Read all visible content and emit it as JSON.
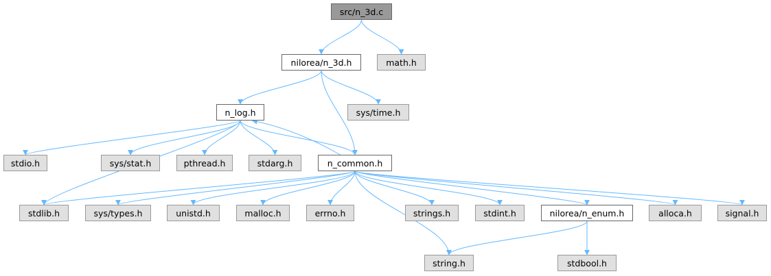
{
  "graph": {
    "title": "src/n_3d.c",
    "edge_color": "#63b8ff",
    "nodes": {
      "root": "src/n_3d.c",
      "n3d": "nilorea/n_3d.h",
      "math": "math.h",
      "nlog": "n_log.h",
      "systime": "sys/time.h",
      "stdio": "stdio.h",
      "sysstat": "sys/stat.h",
      "pthread": "pthread.h",
      "stdarg": "stdarg.h",
      "ncommon": "n_common.h",
      "stdlib": "stdlib.h",
      "systypes": "sys/types.h",
      "unistd": "unistd.h",
      "malloc": "malloc.h",
      "errno": "errno.h",
      "strings": "strings.h",
      "stdint": "stdint.h",
      "nenum": "nilorea/n_enum.h",
      "alloca": "alloca.h",
      "signal": "signal.h",
      "string": "string.h",
      "stdbool": "stdbool.h"
    },
    "edges": [
      [
        "root",
        "n3d"
      ],
      [
        "root",
        "math"
      ],
      [
        "n3d",
        "nlog"
      ],
      [
        "n3d",
        "systime"
      ],
      [
        "n3d",
        "ncommon"
      ],
      [
        "nlog",
        "stdio"
      ],
      [
        "nlog",
        "sysstat"
      ],
      [
        "nlog",
        "pthread"
      ],
      [
        "nlog",
        "stdarg"
      ],
      [
        "nlog",
        "stdlib"
      ],
      [
        "nlog",
        "ncommon"
      ],
      [
        "ncommon",
        "nlog"
      ],
      [
        "ncommon",
        "stdlib"
      ],
      [
        "ncommon",
        "systypes"
      ],
      [
        "ncommon",
        "unistd"
      ],
      [
        "ncommon",
        "malloc"
      ],
      [
        "ncommon",
        "errno"
      ],
      [
        "ncommon",
        "strings"
      ],
      [
        "ncommon",
        "stdint"
      ],
      [
        "ncommon",
        "nenum"
      ],
      [
        "ncommon",
        "alloca"
      ],
      [
        "ncommon",
        "signal"
      ],
      [
        "ncommon",
        "string"
      ],
      [
        "nenum",
        "string"
      ],
      [
        "nenum",
        "stdbool"
      ]
    ]
  }
}
